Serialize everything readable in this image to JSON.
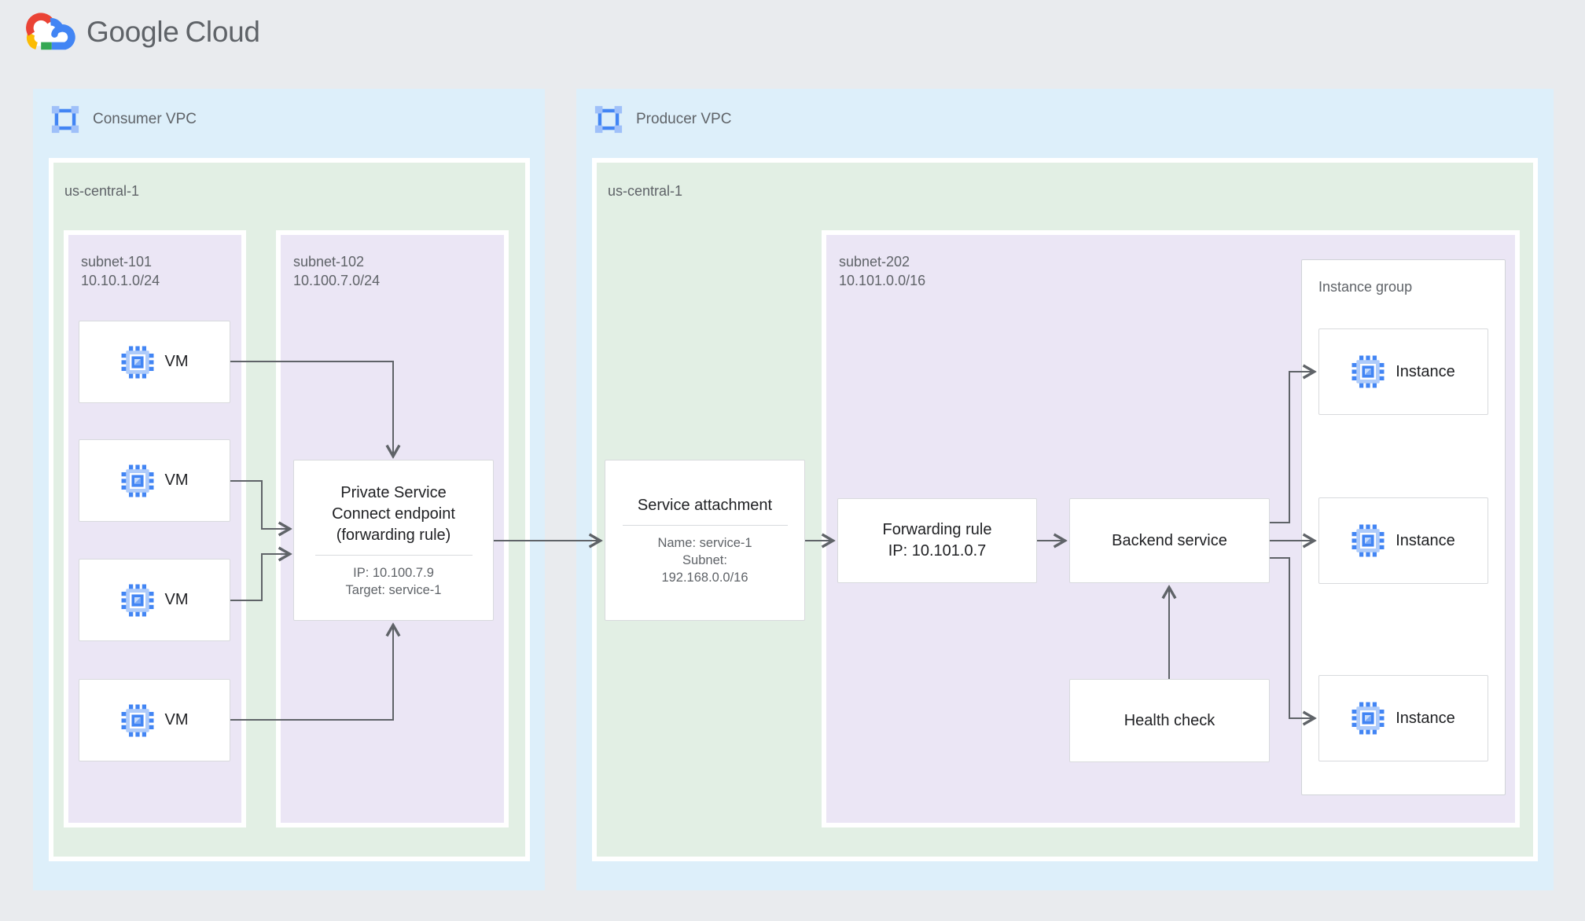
{
  "logo": {
    "google": "Google",
    "cloud": "Cloud"
  },
  "consumer_vpc": {
    "label": "Consumer VPC",
    "region": {
      "label": "us-central-1",
      "subnet_101": {
        "name": "subnet-101",
        "cidr": "10.10.1.0/24",
        "vms": [
          {
            "label": "VM"
          },
          {
            "label": "VM"
          },
          {
            "label": "VM"
          },
          {
            "label": "VM"
          }
        ]
      },
      "subnet_102": {
        "name": "subnet-102",
        "cidr": "10.100.7.0/24",
        "psc_endpoint": {
          "title_line1": "Private Service",
          "title_line2": "Connect endpoint",
          "title_line3": "(forwarding rule)",
          "ip": "IP: 10.100.7.9",
          "target": "Target: service-1"
        }
      }
    }
  },
  "producer_vpc": {
    "label": "Producer VPC",
    "region": {
      "label": "us-central-1",
      "service_attachment": {
        "title": "Service attachment",
        "name": "Name: service-1",
        "subnet_label": "Subnet:",
        "subnet_cidr": "192.168.0.0/16"
      },
      "subnet_202": {
        "name": "subnet-202",
        "cidr": "10.101.0.0/16",
        "forwarding_rule": {
          "line1": "Forwarding rule",
          "line2": "IP: 10.101.0.7"
        },
        "backend_service": {
          "label": "Backend service"
        },
        "health_check": {
          "label": "Health check"
        },
        "instance_group": {
          "label": "Instance group",
          "instances": [
            {
              "label": "Instance"
            },
            {
              "label": "Instance"
            },
            {
              "label": "Instance"
            }
          ]
        }
      }
    }
  },
  "colors": {
    "page_bg": "#e9ebee",
    "vpc_bg": "#ddeffa",
    "region_bg": "#e2efe4",
    "subnet_bg": "#ebe6f5",
    "node_border": "#d8dadd",
    "arrow": "#5f6368",
    "text_dark": "#202124",
    "text_gray": "#5f6368",
    "google_blue": "#4285f4",
    "google_red": "#ea4335",
    "google_yellow": "#fbbc04",
    "google_green": "#34a853"
  }
}
